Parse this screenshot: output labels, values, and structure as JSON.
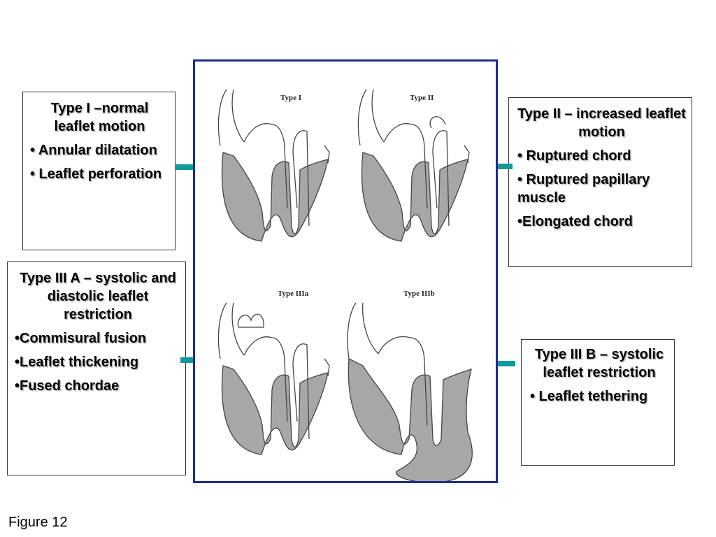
{
  "boxes": {
    "type1": {
      "title": "Type I –normal leaflet motion",
      "bullets": [
        "• Annular dilatation",
        "• Leaflet perforation"
      ]
    },
    "type2": {
      "title": "Type II – increased leaflet motion",
      "bullets": [
        "• Ruptured chord",
        "• Ruptured papillary muscle",
        "•Elongated chord"
      ]
    },
    "type3a": {
      "title": "Type III A – systolic and diastolic leaflet restriction",
      "bullets": [
        "•Commisural fusion",
        "•Leaflet thickening",
        "•Fused chordae"
      ]
    },
    "type3b": {
      "title": "Type III B – systolic leaflet restriction",
      "bullets": [
        "• Leaflet tethering"
      ]
    }
  },
  "panels": {
    "labels": [
      "Type I",
      "Type II",
      "Type IIIa",
      "Type IIIb"
    ]
  },
  "colors": {
    "frame_border": "#1f2b8f",
    "arrow": "#129a9a",
    "ventricle_fill": "#a7a7a7"
  },
  "caption": "Figure 12"
}
